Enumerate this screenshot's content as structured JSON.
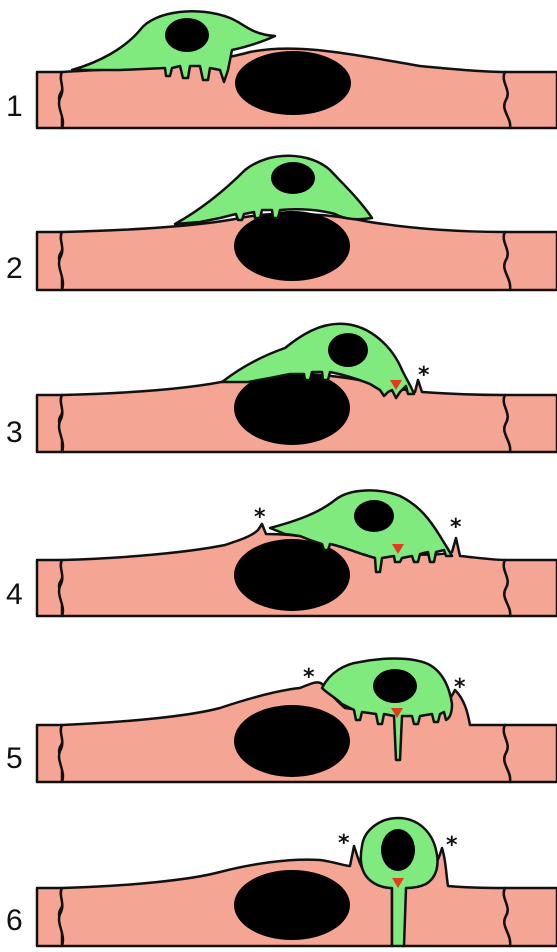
{
  "colors": {
    "endothelium_fill": "#F4A594",
    "leukocyte_fill": "#80EA7F",
    "nucleus_fill": "#000000",
    "outline": "#111111",
    "arrowhead": "#E23B1E",
    "background": "#FFFFFF"
  },
  "stages": [
    {
      "label": "1",
      "asterisks": []
    },
    {
      "label": "2",
      "asterisks": []
    },
    {
      "label": "3",
      "asterisks": [
        "*"
      ]
    },
    {
      "label": "4",
      "asterisks": [
        "*",
        "*"
      ]
    },
    {
      "label": "5",
      "asterisks": [
        "*",
        "*"
      ]
    },
    {
      "label": "6",
      "asterisks": [
        "*",
        "*"
      ]
    }
  ]
}
